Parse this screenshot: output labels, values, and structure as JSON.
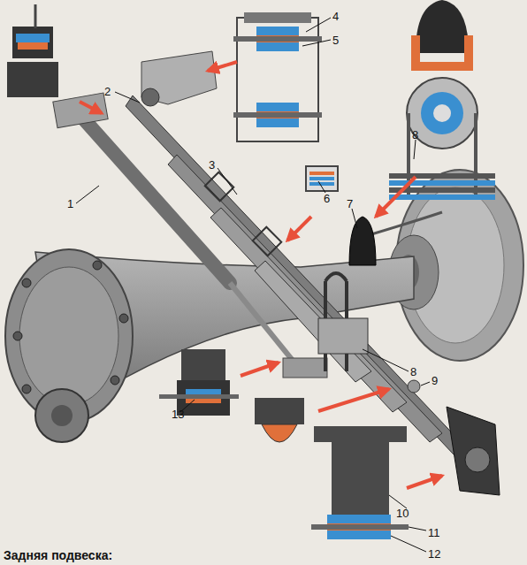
{
  "diagram": {
    "caption": "Задняя подвеска:",
    "labels": [
      "1",
      "2",
      "3",
      "4",
      "5",
      "6",
      "7",
      "8",
      "8",
      "9",
      "10",
      "11",
      "12",
      "13"
    ]
  }
}
